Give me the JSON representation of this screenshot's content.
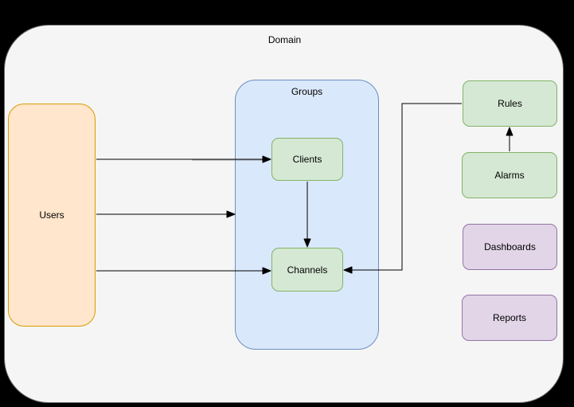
{
  "background_color": "#000000",
  "diagram": {
    "domain": {
      "label": "Domain"
    },
    "groups": {
      "label": "Groups"
    },
    "nodes": {
      "users": {
        "label": "Users"
      },
      "clients": {
        "label": "Clients"
      },
      "channels": {
        "label": "Channels"
      },
      "rules": {
        "label": "Rules"
      },
      "alarms": {
        "label": "Alarms"
      },
      "dashboards": {
        "label": "Dashboards"
      },
      "reports": {
        "label": "Reports"
      }
    },
    "edges": [
      {
        "from": "Users",
        "to": "Clients",
        "style": "arrow"
      },
      {
        "from": "Users",
        "to": "Groups",
        "style": "arrow"
      },
      {
        "from": "Users",
        "to": "Channels",
        "style": "arrow"
      },
      {
        "from": "Clients",
        "to": "Channels",
        "style": "arrow"
      },
      {
        "from": "Alarms",
        "to": "Rules",
        "style": "arrow"
      },
      {
        "from": "Rules",
        "to": "Channels",
        "style": "arrow-orthogonal"
      }
    ],
    "colors": {
      "canvas_fill": "#f5f5f5",
      "canvas_stroke": "#666666",
      "orange_fill": "#ffe6cc",
      "orange_stroke": "#d79b00",
      "blue_fill": "#dae8fc",
      "blue_stroke": "#6c8ebf",
      "green_fill": "#d5e8d4",
      "green_stroke": "#82b366",
      "purple_fill": "#e1d5e7",
      "purple_stroke": "#9673a6",
      "edge_color": "#000000",
      "text_color": "#000000"
    }
  }
}
